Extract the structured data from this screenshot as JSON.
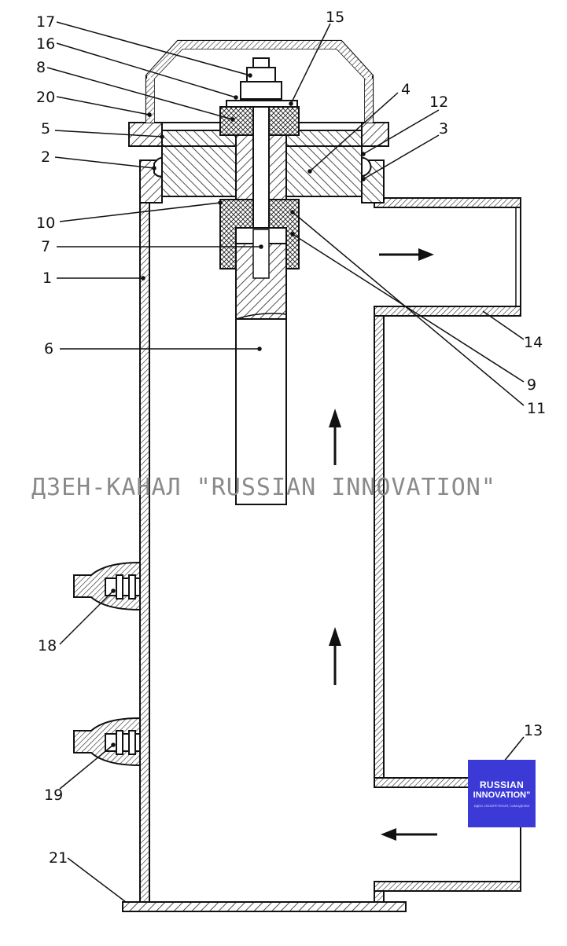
{
  "labels": {
    "l1": "1",
    "l2": "2",
    "l3": "3",
    "l4": "4",
    "l5": "5",
    "l6": "6",
    "l7": "7",
    "l8": "8",
    "l9": "9",
    "l10": "10",
    "l11": "11",
    "l12": "12",
    "l13": "13",
    "l14": "14",
    "l15": "15",
    "l16": "16",
    "l17": "17",
    "l18": "18",
    "l19": "19",
    "l20": "20",
    "l21": "21"
  },
  "watermark": "ДЗЕН-КАНАЛ \"RUSSIAN INNOVATION\"",
  "logo": {
    "line1": "RUSSIAN",
    "line2": "INNOVATION\"",
    "tagline": "ИДЕИ, ИЗОБРЕТЕНИЯ, САМОДЕЛКИ"
  }
}
